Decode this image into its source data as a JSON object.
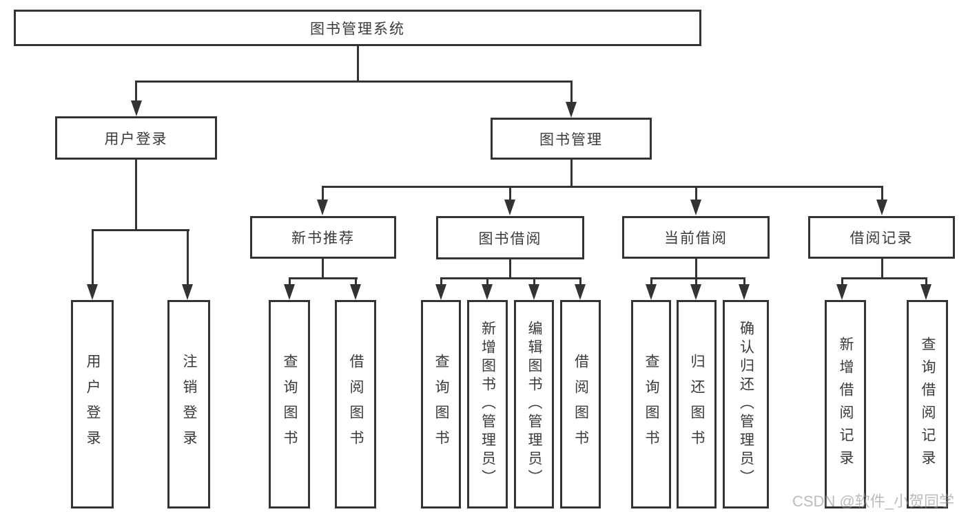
{
  "colors": {
    "line": "#333333",
    "text": "#3a3a3a",
    "background": "#ffffff",
    "watermark": "#999999"
  },
  "watermark": "CSDN @软件_小贺同学",
  "tree": {
    "root": "图书管理系统",
    "branches": [
      {
        "label": "用户登录",
        "children": [
          "用户登录",
          "注销登录"
        ]
      },
      {
        "label": "图书管理",
        "children": [
          {
            "label": "新书推荐",
            "children": [
              "查询图书",
              "借阅图书"
            ]
          },
          {
            "label": "图书借阅",
            "children": [
              "查询图书",
              "新增图书（管理员）",
              "编辑图书（管理员）",
              "借阅图书"
            ]
          },
          {
            "label": "当前借阅",
            "children": [
              "查询图书",
              "归还图书",
              "确认归还（管理员）"
            ]
          },
          {
            "label": "借阅记录",
            "children": [
              "新增借阅记录",
              "查询借阅记录"
            ]
          }
        ]
      }
    ]
  }
}
